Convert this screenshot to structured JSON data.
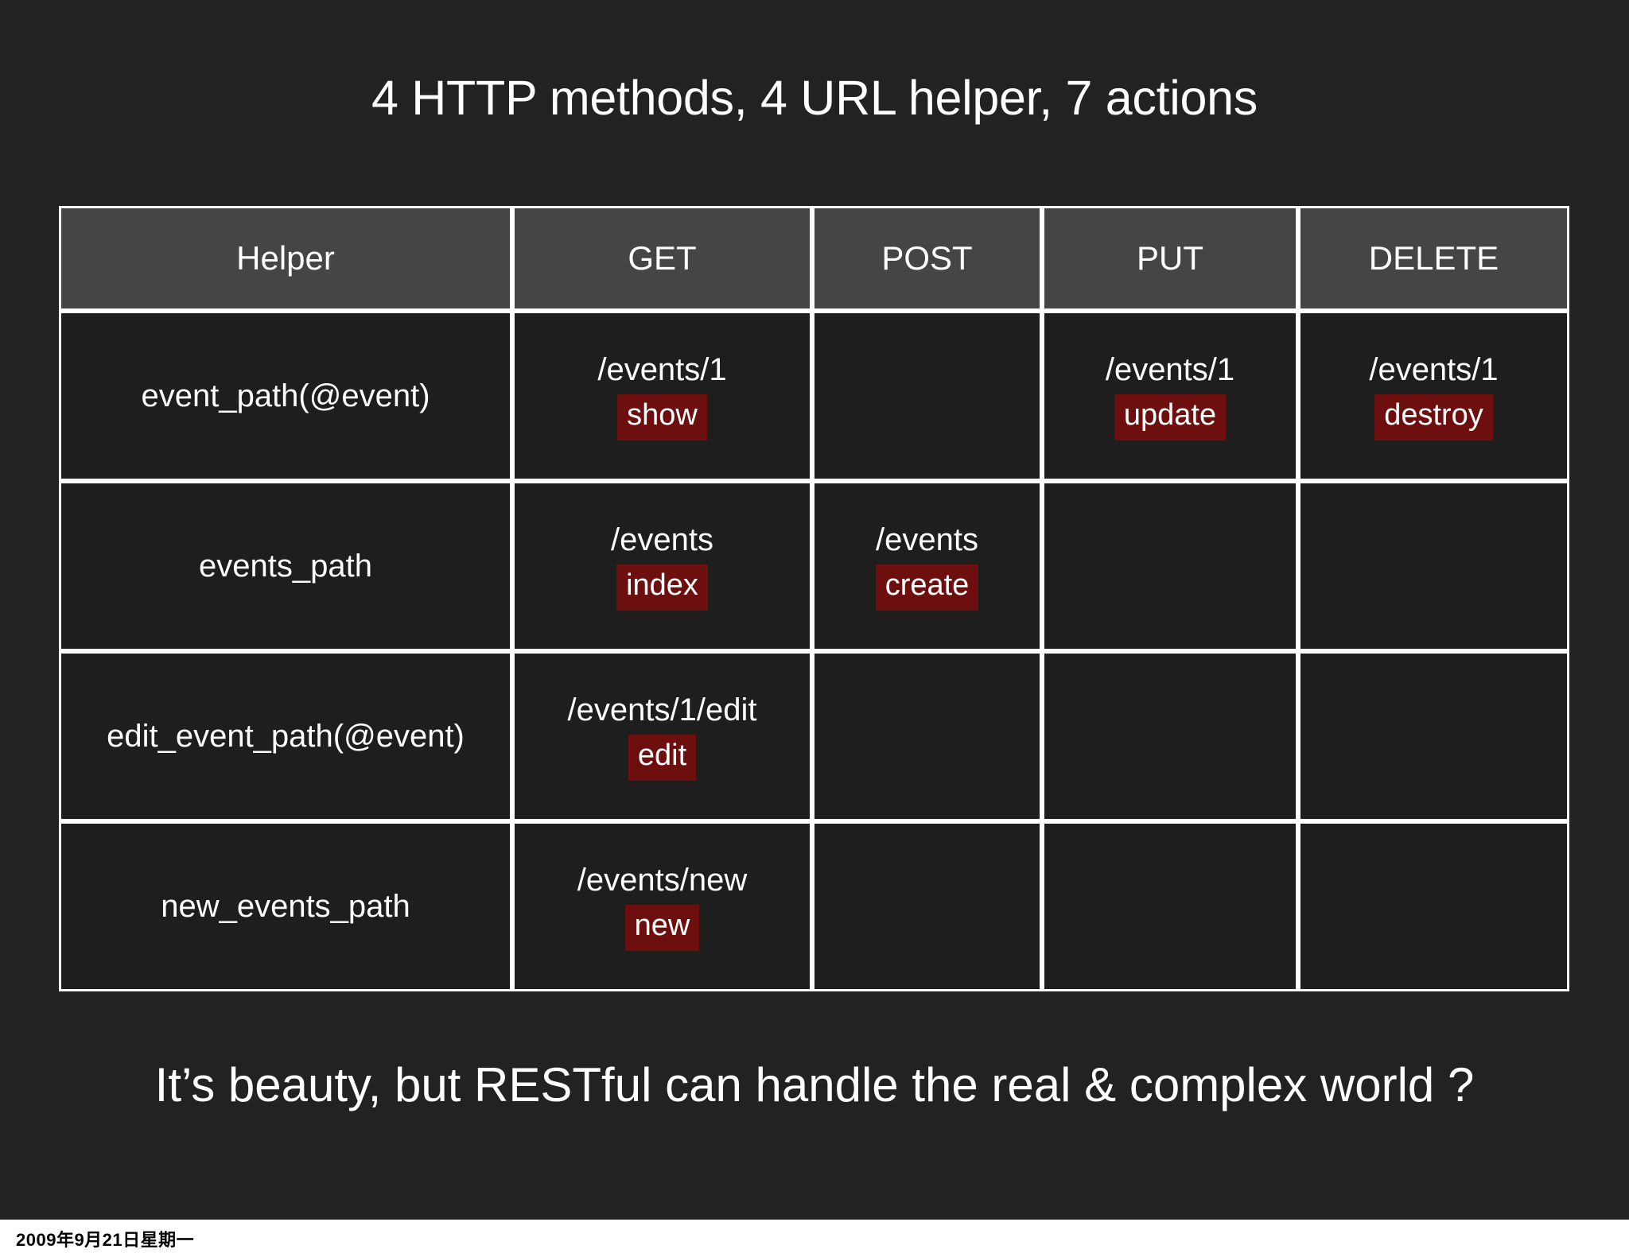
{
  "slide": {
    "title": "4 HTTP methods, 4 URL helper, 7 actions",
    "tagline": "It’s beauty, but RESTful  can handle the real & complex world ?",
    "background_color": "#222222",
    "badge_color": "#6d0f0f",
    "header_row_color": "#454545",
    "cell_color": "#1e1e1e",
    "border_color": "#ffffff"
  },
  "table": {
    "columns": [
      "Helper",
      "GET",
      "POST",
      "PUT",
      "DELETE"
    ],
    "rows": [
      {
        "helper": "event_path(@event)",
        "get": {
          "url": "/events/1",
          "action": "show"
        },
        "post": {
          "url": "",
          "action": ""
        },
        "put": {
          "url": "/events/1",
          "action": "update"
        },
        "delete": {
          "url": "/events/1",
          "action": "destroy"
        }
      },
      {
        "helper": "events_path",
        "get": {
          "url": "/events",
          "action": "index"
        },
        "post": {
          "url": "/events",
          "action": "create"
        },
        "put": {
          "url": "",
          "action": ""
        },
        "delete": {
          "url": "",
          "action": ""
        }
      },
      {
        "helper": "edit_event_path(@event)",
        "get": {
          "url": "/events/1/edit",
          "action": "edit"
        },
        "post": {
          "url": "",
          "action": ""
        },
        "put": {
          "url": "",
          "action": ""
        },
        "delete": {
          "url": "",
          "action": ""
        }
      },
      {
        "helper": "new_events_path",
        "get": {
          "url": "/events/new",
          "action": "new"
        },
        "post": {
          "url": "",
          "action": ""
        },
        "put": {
          "url": "",
          "action": ""
        },
        "delete": {
          "url": "",
          "action": ""
        }
      }
    ]
  },
  "footer": {
    "date": "2009年9月21日星期一"
  }
}
